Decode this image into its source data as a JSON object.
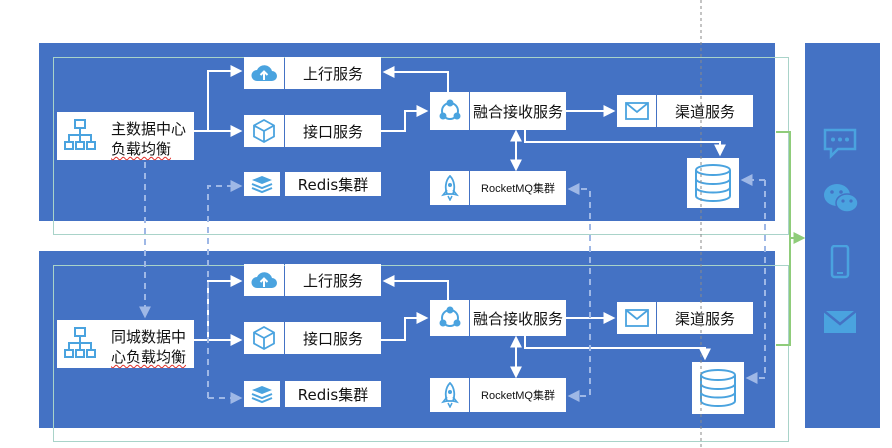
{
  "colors": {
    "panel": "#4472C4",
    "accent_icon": "#4aa3df",
    "line": "#ffffff",
    "dashed": "#9fb8e6",
    "green": "#8fcc7a",
    "sidebar": "#4472C4"
  },
  "primary": {
    "lb_line1": "主数据中心",
    "lb_line2": "负载均衡",
    "upstream": "上行服务",
    "interface": "接口服务",
    "redis": "Redis集群",
    "fusion": "融合接收服务",
    "channel": "渠道服务",
    "rocketmq": "RocketMQ集群"
  },
  "secondary": {
    "lb_line1": "同城数据中",
    "lb_line2": "心负载均衡",
    "upstream": "上行服务",
    "interface": "接口服务",
    "redis": "Redis集群",
    "fusion": "融合接收服务",
    "channel": "渠道服务",
    "rocketmq": "RocketMQ集群"
  },
  "icons": {
    "load_balancer": "network-tree-icon",
    "upstream": "cloud-upload-icon",
    "interface": "cube-icon",
    "redis": "layers-icon",
    "fusion": "cluster-icon",
    "channel": "mail-icon",
    "rocketmq": "rocket-icon",
    "database": "database-icon",
    "sidebar": [
      "message-icon",
      "wechat-icon",
      "mobile-icon",
      "mail-icon"
    ]
  }
}
